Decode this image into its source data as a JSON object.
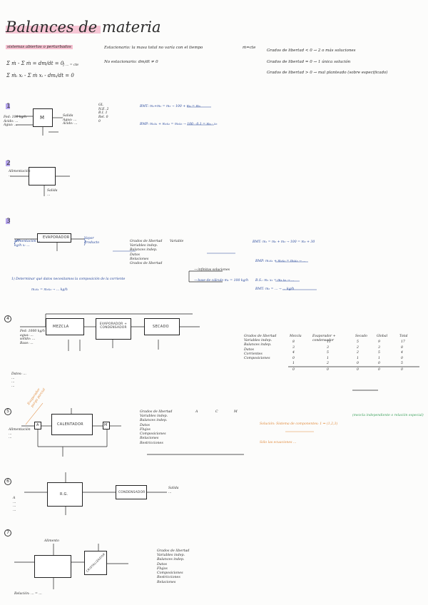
{
  "page": {
    "title": "Balances de materia"
  },
  "header": {
    "left_block": {
      "heading": "sistemas abiertos o perturbados",
      "eq1": "Σ ṁ - Σ ṁ = dm/dt = 0",
      "eq2": "Σ ṁᵢ xᵢ - Σ ṁ xᵢ - dmᵢ/dt = 0",
      "eq_side": "∫ ... = cte"
    },
    "mid_block": {
      "line1": "Estacionario: la masa total no varía con el tiempo",
      "line1_tag": "ṁ=cte",
      "line2": "No estacionario: dm/dt ≠ 0"
    },
    "right_block": {
      "line1": "Grados de libertad < 0  → 2 o más soluciones",
      "line2": "Grados de libertad = 0  → 1 única solución",
      "line3": "Grados de libertad > 0  → mal planteado (sobre especificado)"
    }
  },
  "sections": [
    {
      "marker": "1",
      "box_label": "M",
      "inputs": "Fed: 100 kg/h\nÁcido: ...\nAgua: ...",
      "outputs": "Salida\nAgua: ...\nÁcido: ...",
      "mid_notes": "GL\nN.E. 2\nB.I. 1\nRel. 0\n0",
      "blue_notes": [
        "BMT: m₁+m₂ = m₃ → 100 + m₂ = m₃",
        "BMP: m₁x₁ + m₂x₂ = m₃x₃ → 100 · 0.1 = m₃ · x₃"
      ]
    },
    {
      "marker": "2",
      "box_label": "",
      "inputs": "Alimentación\n...",
      "outputs": "Salida\n...",
      "notes": []
    },
    {
      "marker": "3",
      "box_label": "EVAPORADOR",
      "inputs": "Alimentación ... kg/h\nx: ...",
      "outputs": "Vapor\nProducto",
      "table_head": [
        "Grados de libertad",
        "Variable"
      ],
      "table_rows": [
        "Variables indep.",
        "Balances indep.",
        "Datos",
        "Relaciones",
        "Grados de libertad"
      ],
      "table_note": "→ infinitas soluciones",
      "table_note2": "→ base de cálculo m₁ = 100 kg/h",
      "blue_notes": [
        "BMT: m₁ = m₂ + m₃ → 100 = m₂ + 30",
        "BMP: m₁x₁ + m₂x₂ = m₃x₃ → ...",
        "B.S.: m₁ x₁ = m₃ x₃ → ...",
        "BMT: m₂ = ... → ... kg/h"
      ],
      "bottom_note": "1) Determinar qué datos necesitamos la composición de la corriente",
      "bottom_note2": "m₁x₁ = m₃x₃ → ... kg/h"
    },
    {
      "marker": "4",
      "boxes": [
        "MEZCLA",
        "EVAPORADOR + CONDENSADOR",
        "SECADO"
      ],
      "inputs": "Fed: 1000 kg/h\nagua: ...\nsólido: ...\nBase: ...",
      "left_notes": "Datos: ...\n...\n...\n...",
      "table_head": [
        "Grados de libertad",
        "Mezcla",
        "Evaporador + condensador",
        "Secado",
        "Global",
        "Total"
      ],
      "table_rows": [
        "Variables indep.",
        "Balances indep.",
        "Datos",
        "Corrientes",
        "Composiciones"
      ],
      "table_values": [
        [
          "8",
          "11",
          "5",
          "9",
          "17"
        ],
        [
          "3",
          "3",
          "2",
          "3",
          "8"
        ],
        [
          "4",
          "5",
          "2",
          "5",
          "4"
        ],
        [
          "0",
          "1",
          "1",
          "1",
          "0"
        ],
        [
          "1",
          "2",
          "0",
          "0",
          "5"
        ]
      ],
      "table_sum": [
        "0",
        "0",
        "0",
        "0",
        "0"
      ]
    },
    {
      "marker": "5",
      "boxes": [
        "A",
        "CALENTADOR",
        "M"
      ],
      "orange_side": "Evaporador\npurga parcial",
      "inputs": "Alimentación\n...\n...",
      "table_head": [
        "Grados de libertad",
        "A",
        "C",
        "M"
      ],
      "table_rows": [
        "Variables indep.",
        "Balances indep.",
        "Datos",
        "Flujos",
        "Composiciones",
        "Relaciones",
        "Restricciones"
      ],
      "orange_notes": [
        "Solución: Sistema de componentes: 1 ⇒ (1,2,3)",
        "Sólo las ecuaciones ..."
      ],
      "green_note": "(mezcla independiente o relación especial)"
    },
    {
      "marker": "6",
      "boxes": [
        "R.G.",
        "CONDENSADOR"
      ],
      "inputs": "A\n...\n...\n...",
      "outputs": "Salida\n..."
    },
    {
      "marker": "7",
      "boxes": [
        "",
        "CRISTALIZADOR"
      ],
      "top_label": "Alimento",
      "table_head": [
        "Grados de libertad"
      ],
      "table_rows": [
        "Variables indep.",
        "Balances indep.",
        "Datos",
        "Flujos",
        "Composiciones",
        "Restricciones",
        "Relaciones"
      ],
      "bottom_note": "Relación: ... = ..."
    }
  ]
}
